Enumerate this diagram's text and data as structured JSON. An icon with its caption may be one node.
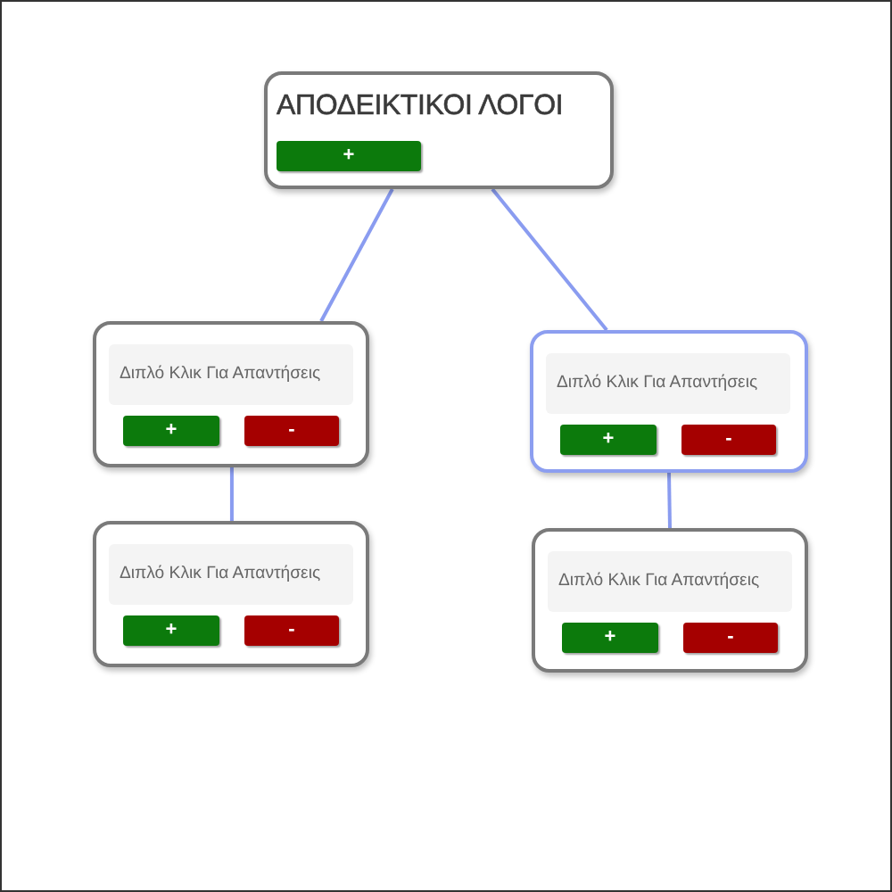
{
  "diagram": {
    "nodes": [
      {
        "text": [
          "ΑΠΟΔΕΙΚΤΙΚΟΙ ΛΟΓΟΙ",
          "+"
        ]
      },
      {
        "text": [
          "Διπλό Κλικ Για Απαντήσεις",
          "+",
          "-"
        ]
      },
      {
        "text": [
          "Διπλό Κλικ Για Απαντήσεις",
          "+",
          "-"
        ]
      },
      {
        "text": [
          "Διπλό Κλικ Για Απαντήσεις",
          "+",
          "-"
        ]
      },
      {
        "text": [
          "Διπλό Κλικ Για Απαντήσεις",
          "+",
          "-"
        ]
      }
    ],
    "edges": [
      {
        "from": 0,
        "to": 1,
        "arrow": "none"
      },
      {
        "from": 0,
        "to": 2,
        "arrow": "none"
      },
      {
        "from": 1,
        "to": 3,
        "arrow": "none"
      },
      {
        "from": 2,
        "to": 4,
        "arrow": "none"
      }
    ]
  }
}
